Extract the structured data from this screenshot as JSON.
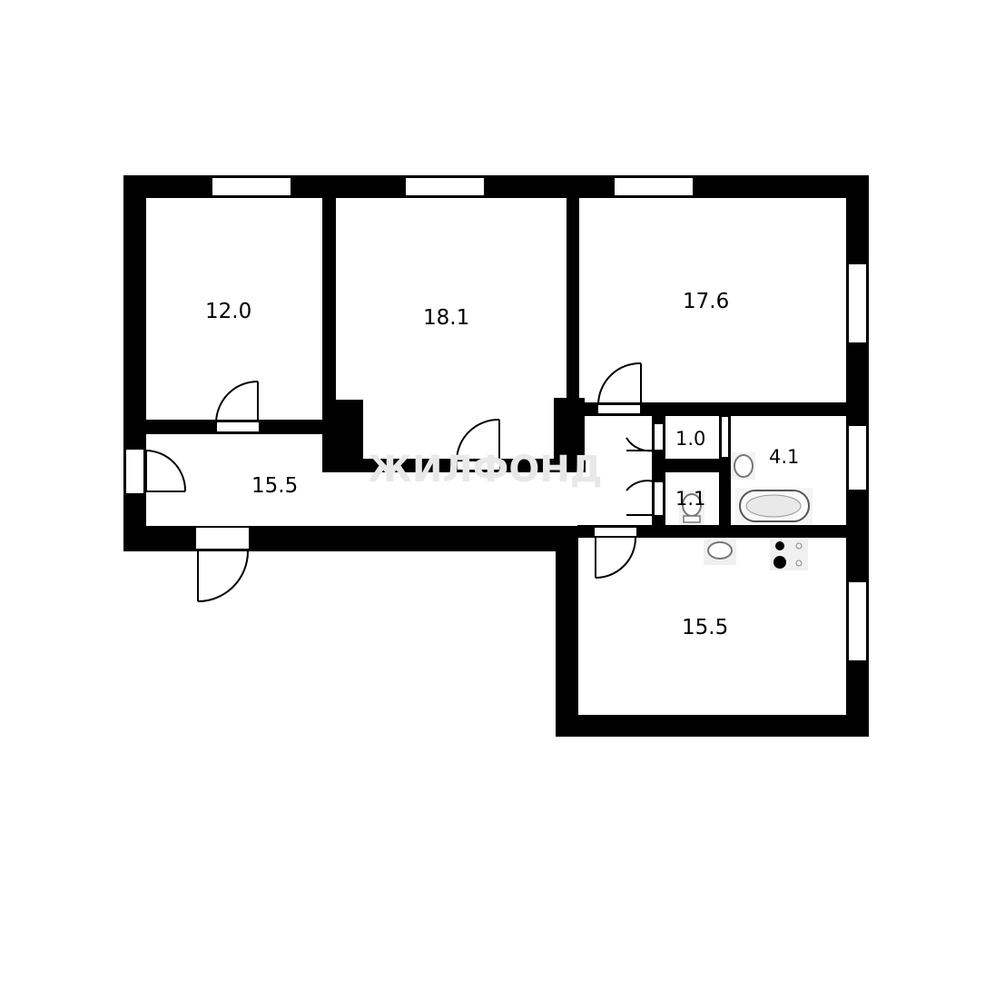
{
  "rooms": [
    {
      "id": "room-12",
      "label": "12.0"
    },
    {
      "id": "room-18",
      "label": "18.1"
    },
    {
      "id": "room-17",
      "label": "17.6"
    },
    {
      "id": "hallway",
      "label": "15.5"
    },
    {
      "id": "toilet",
      "label": "1.0"
    },
    {
      "id": "wc",
      "label": "1.1"
    },
    {
      "id": "bathroom",
      "label": "4.1"
    },
    {
      "id": "kitchen",
      "label": "15.5"
    }
  ],
  "watermark": "ЖИЛФОНД"
}
